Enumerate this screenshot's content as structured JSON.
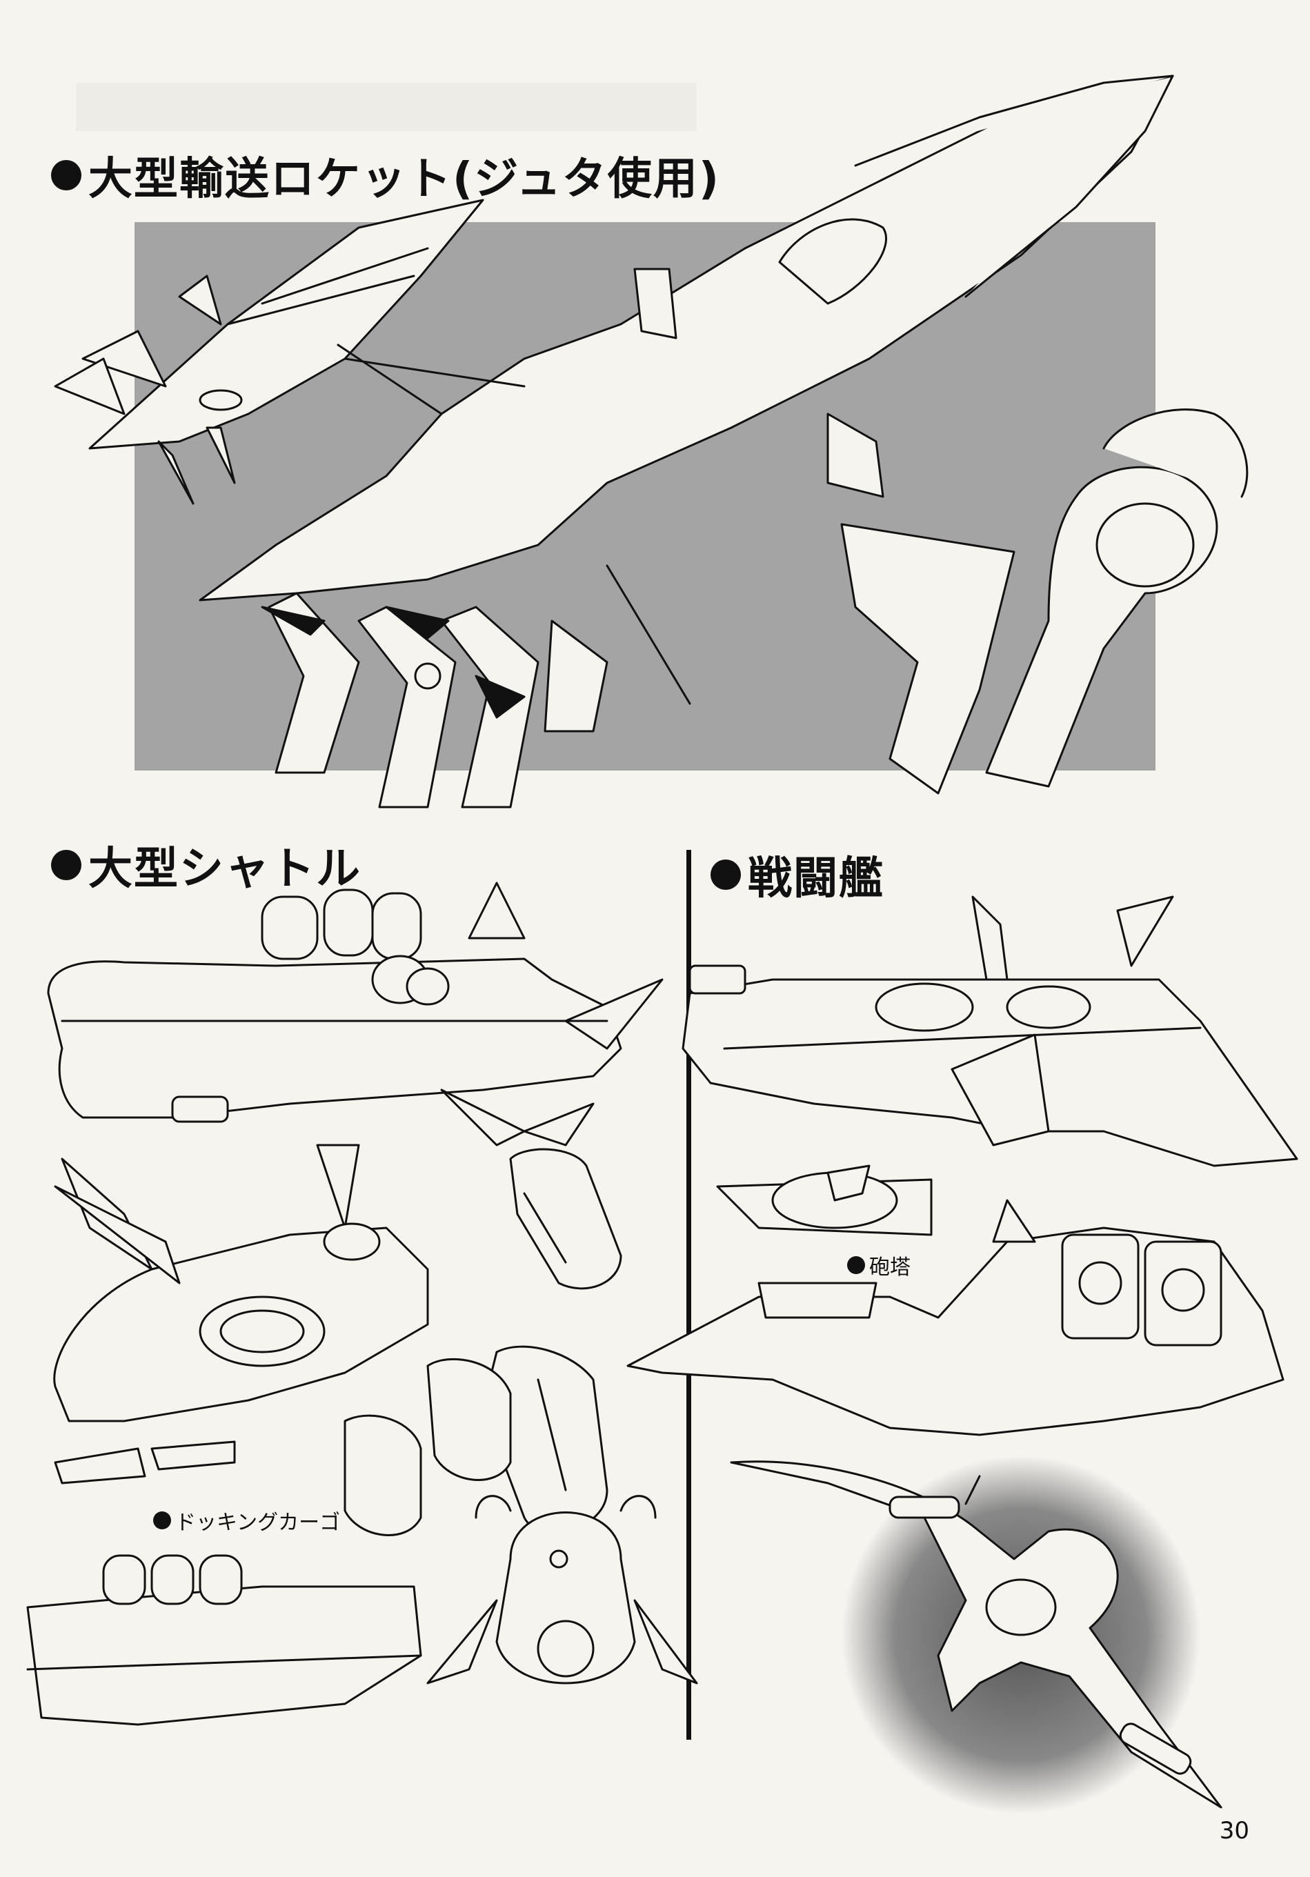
{
  "sections": {
    "rocket": {
      "title": "大型輸送ロケット(ジュタ使用)"
    },
    "shuttle": {
      "title": "大型シャトル",
      "caption": "ドッキングカーゴ"
    },
    "battleship": {
      "title": "戦闘艦",
      "caption": "砲塔"
    }
  },
  "page_number": "30",
  "colors": {
    "panel_gray": "#a4a4a4",
    "ink": "#111111",
    "paper": "#f6f4ef"
  }
}
